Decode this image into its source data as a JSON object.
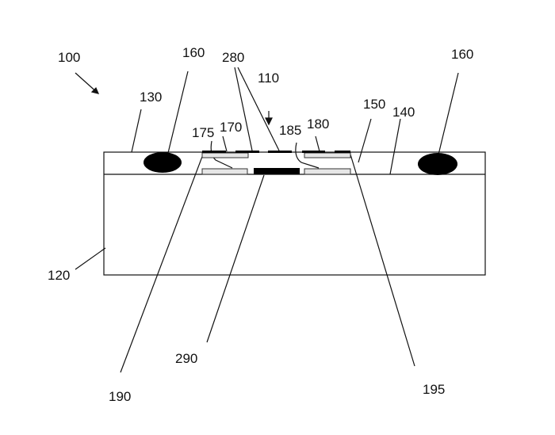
{
  "figure": {
    "labels": {
      "l100": "100",
      "l160a": "160",
      "l280": "280",
      "l110": "110",
      "l160b": "160",
      "l130": "130",
      "l175": "175",
      "l170": "170",
      "l185": "185",
      "l180": "180",
      "l150": "150",
      "l140": "140",
      "l120": "120",
      "l290": "290",
      "l190": "190",
      "l195": "195"
    }
  }
}
